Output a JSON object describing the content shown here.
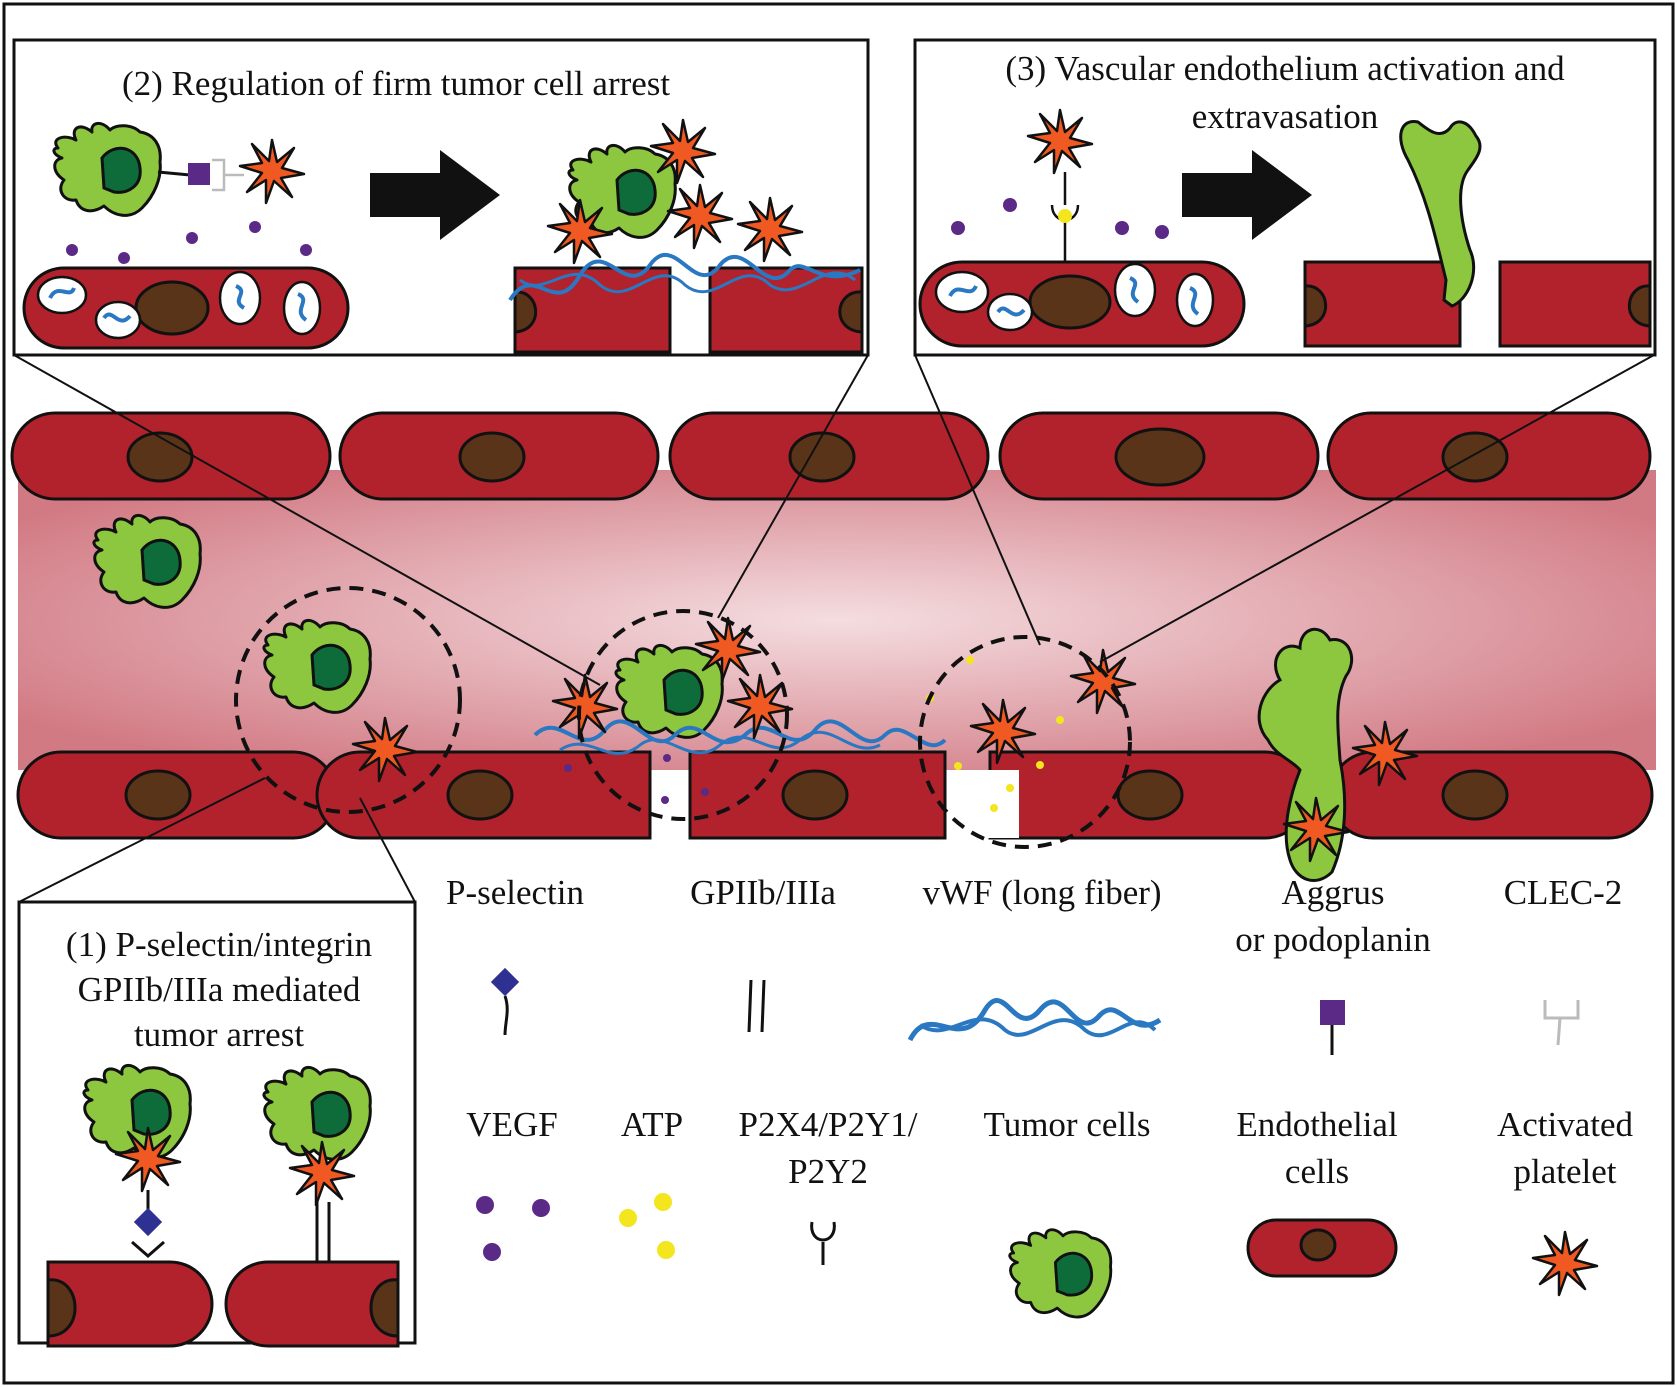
{
  "panels": {
    "p1_title": [
      "(1) P-selectin/integrin",
      "GPIIb/IIIa mediated",
      "tumor arrest"
    ],
    "p2_title": "(2) Regulation of firm tumor cell arrest",
    "p3_title": [
      "(3) Vascular endothelium activation and",
      "extravasation"
    ]
  },
  "legend": {
    "pselectin": "P-selectin",
    "gpiib": "GPIIb/IIIa",
    "vwf": "vWF (long fiber)",
    "aggrus": [
      "Aggrus",
      "or podoplanin"
    ],
    "clec2": "CLEC-2",
    "vegf": "VEGF",
    "atp": "ATP",
    "p2x": [
      "P2X4/P2Y1/",
      "P2Y2"
    ],
    "tumor": "Tumor cells",
    "endo": [
      "Endothelial",
      "cells"
    ],
    "platelet": [
      "Activated",
      "platelet"
    ]
  },
  "colors": {
    "tumor_cell": "#8dc63f",
    "tumor_nucleus": "#0e6b3a",
    "endothelial": "#b1222c",
    "endo_nucleus": "#5a3418",
    "platelet": "#f05a22",
    "vwf": "#2a78c2",
    "vegf": "#5b2a86",
    "atp": "#f3e51e",
    "pselectin": "#2e3192",
    "aggrus": "#5b2a86",
    "clec2": "#bbbbbb",
    "vessel_lumen": "#d98089"
  }
}
